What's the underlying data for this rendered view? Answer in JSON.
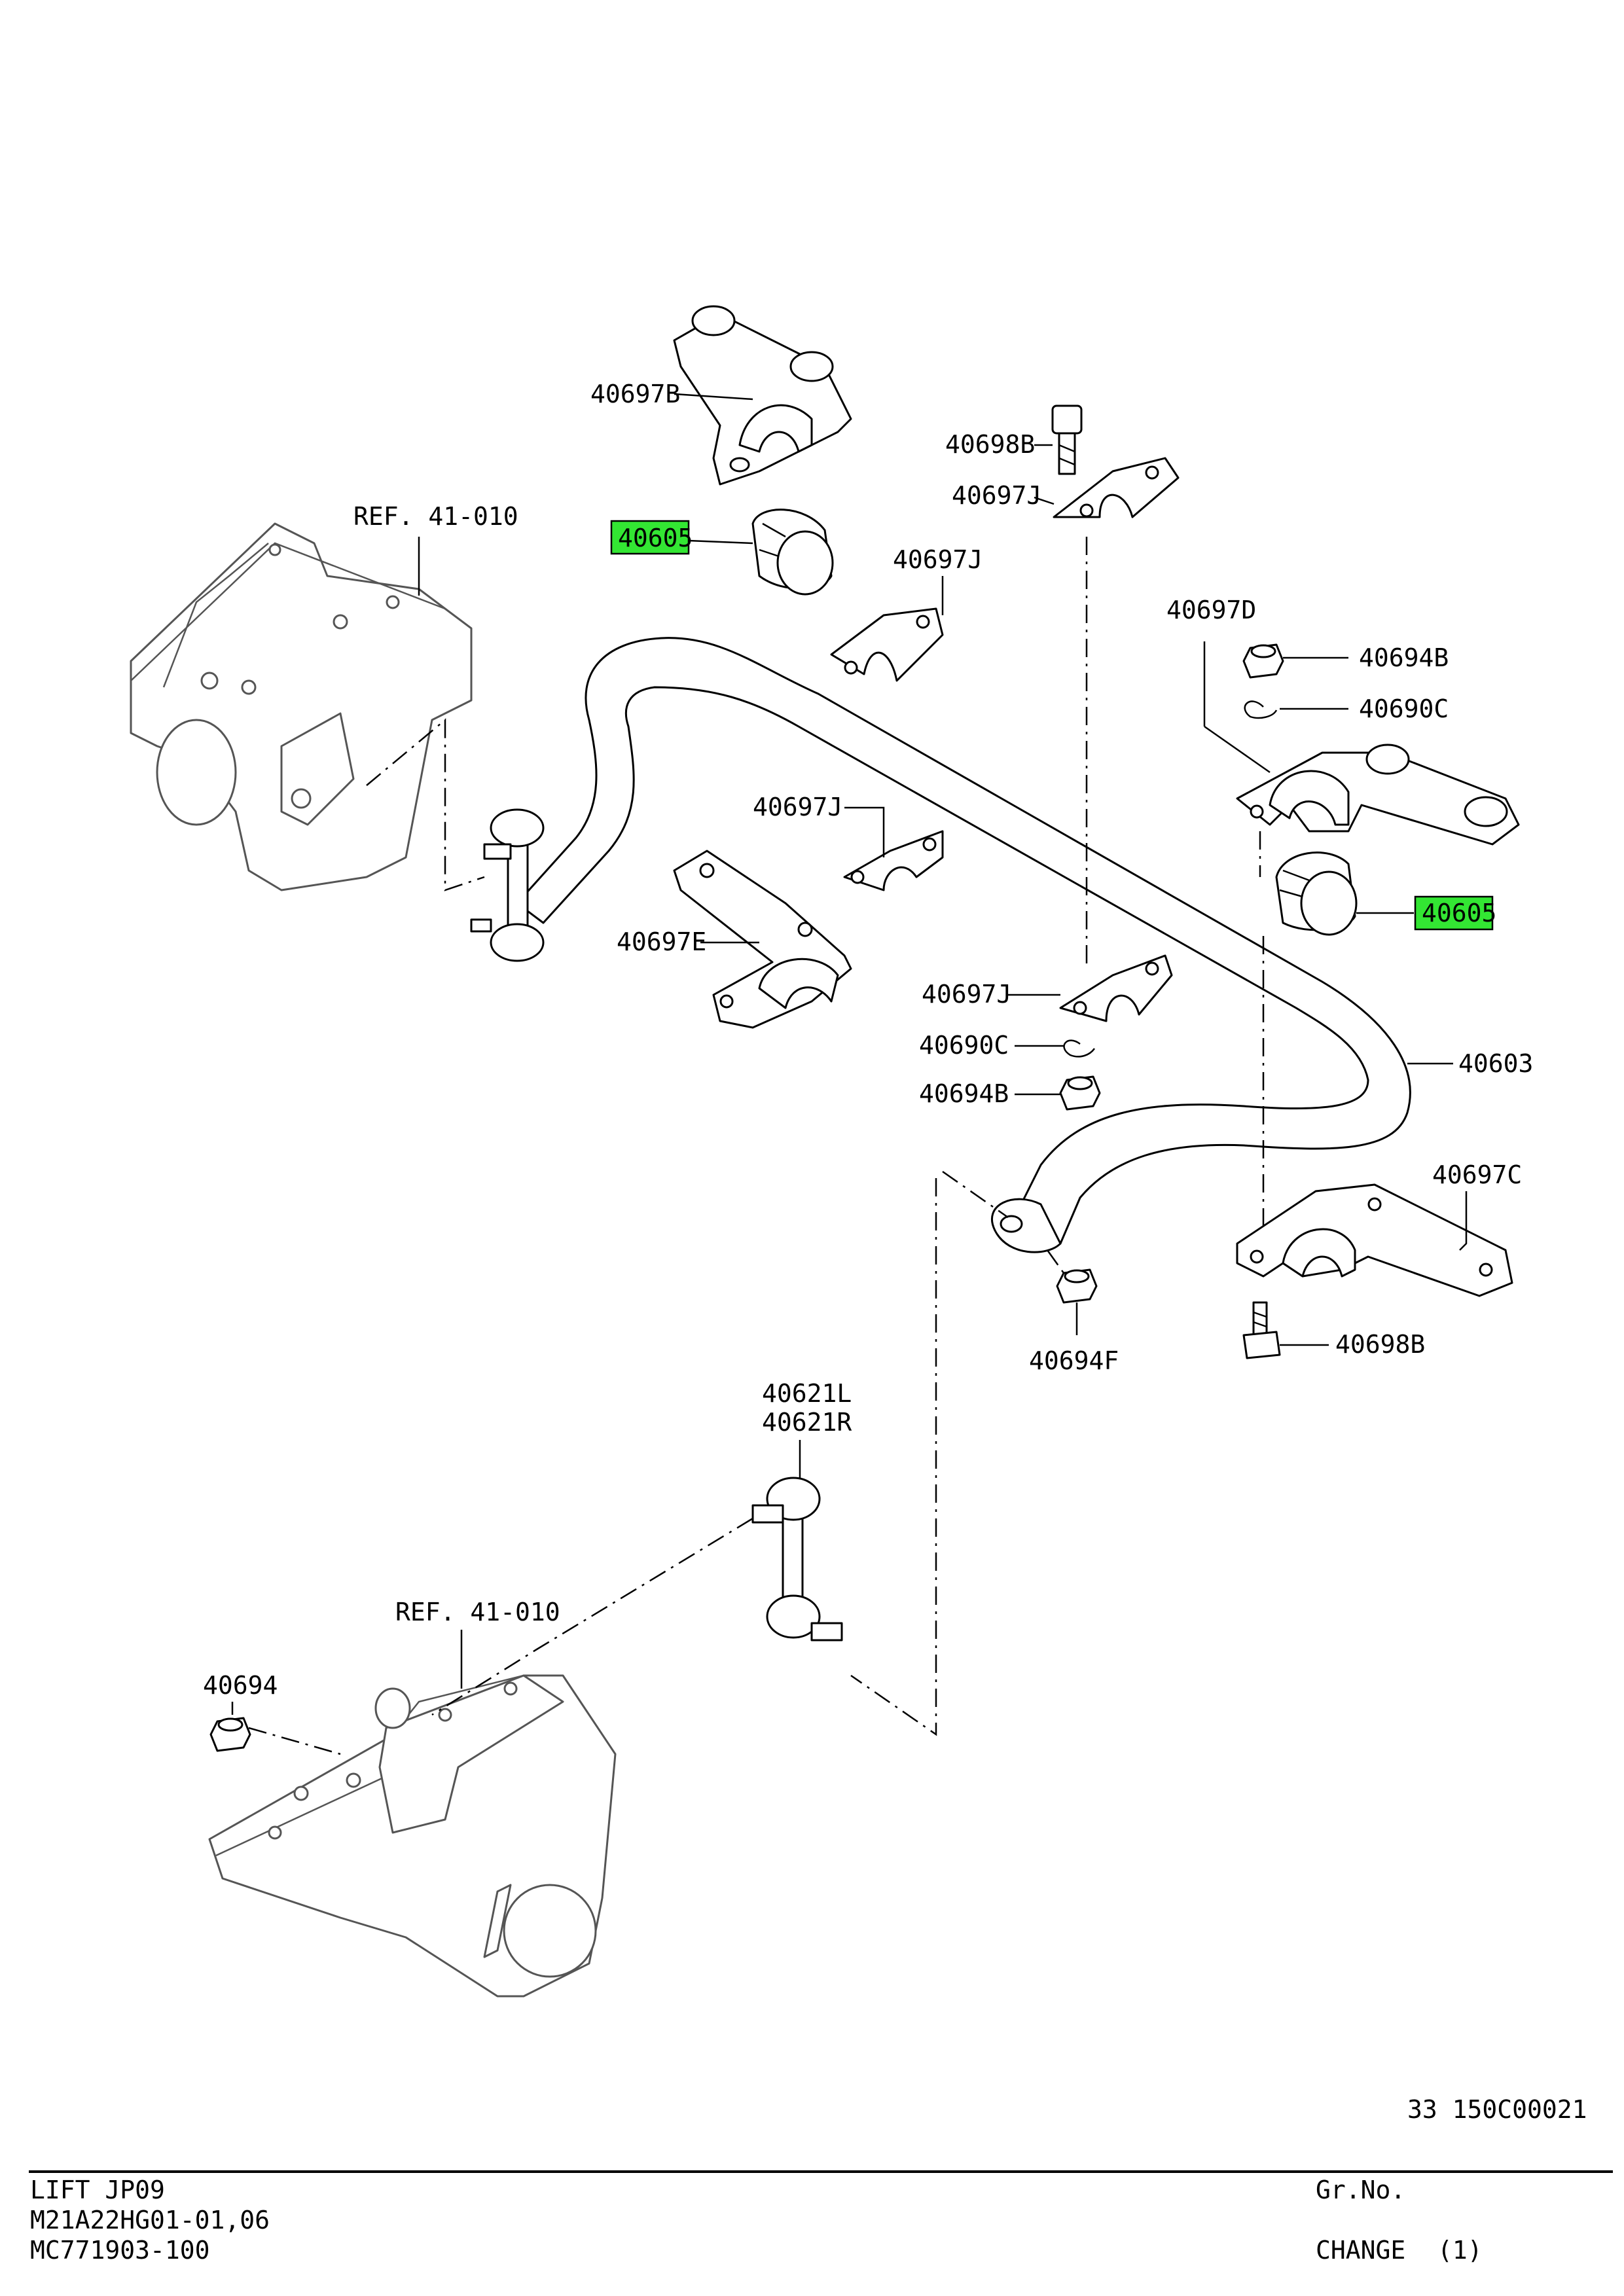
{
  "labels": {
    "l40697B": "40697B",
    "l40605a": "40605",
    "lRef1": "REF. 41-010",
    "l40698B_top": "40698B",
    "l40697J_1": "40697J",
    "l40697J_2": "40697J",
    "l40697D": "40697D",
    "l40694B_top": "40694B",
    "l40690C_top": "40690C",
    "l40697J_3": "40697J",
    "l40605b": "40605",
    "l40697E": "40697E",
    "l40697J_4": "40697J",
    "l40690C_bot": "40690C",
    "l40694B_bot": "40694B",
    "l40603": "40603",
    "l40697C": "40697C",
    "l40694F": "40694F",
    "l40698B_bot": "40698B",
    "l40621L": "40621L",
    "l40621R": "40621R",
    "lRef2": "REF. 41-010",
    "l40694": "40694"
  },
  "highlight_color": "#33e633",
  "drawing_code": "33 150C00021",
  "footer": {
    "line1": "LIFT JP09",
    "line2": "M21A22HG01-01,06",
    "line3": "MC771903-100",
    "group_label": "Gr.No.",
    "change_label": "CHANGE",
    "change_value": "(1)"
  }
}
